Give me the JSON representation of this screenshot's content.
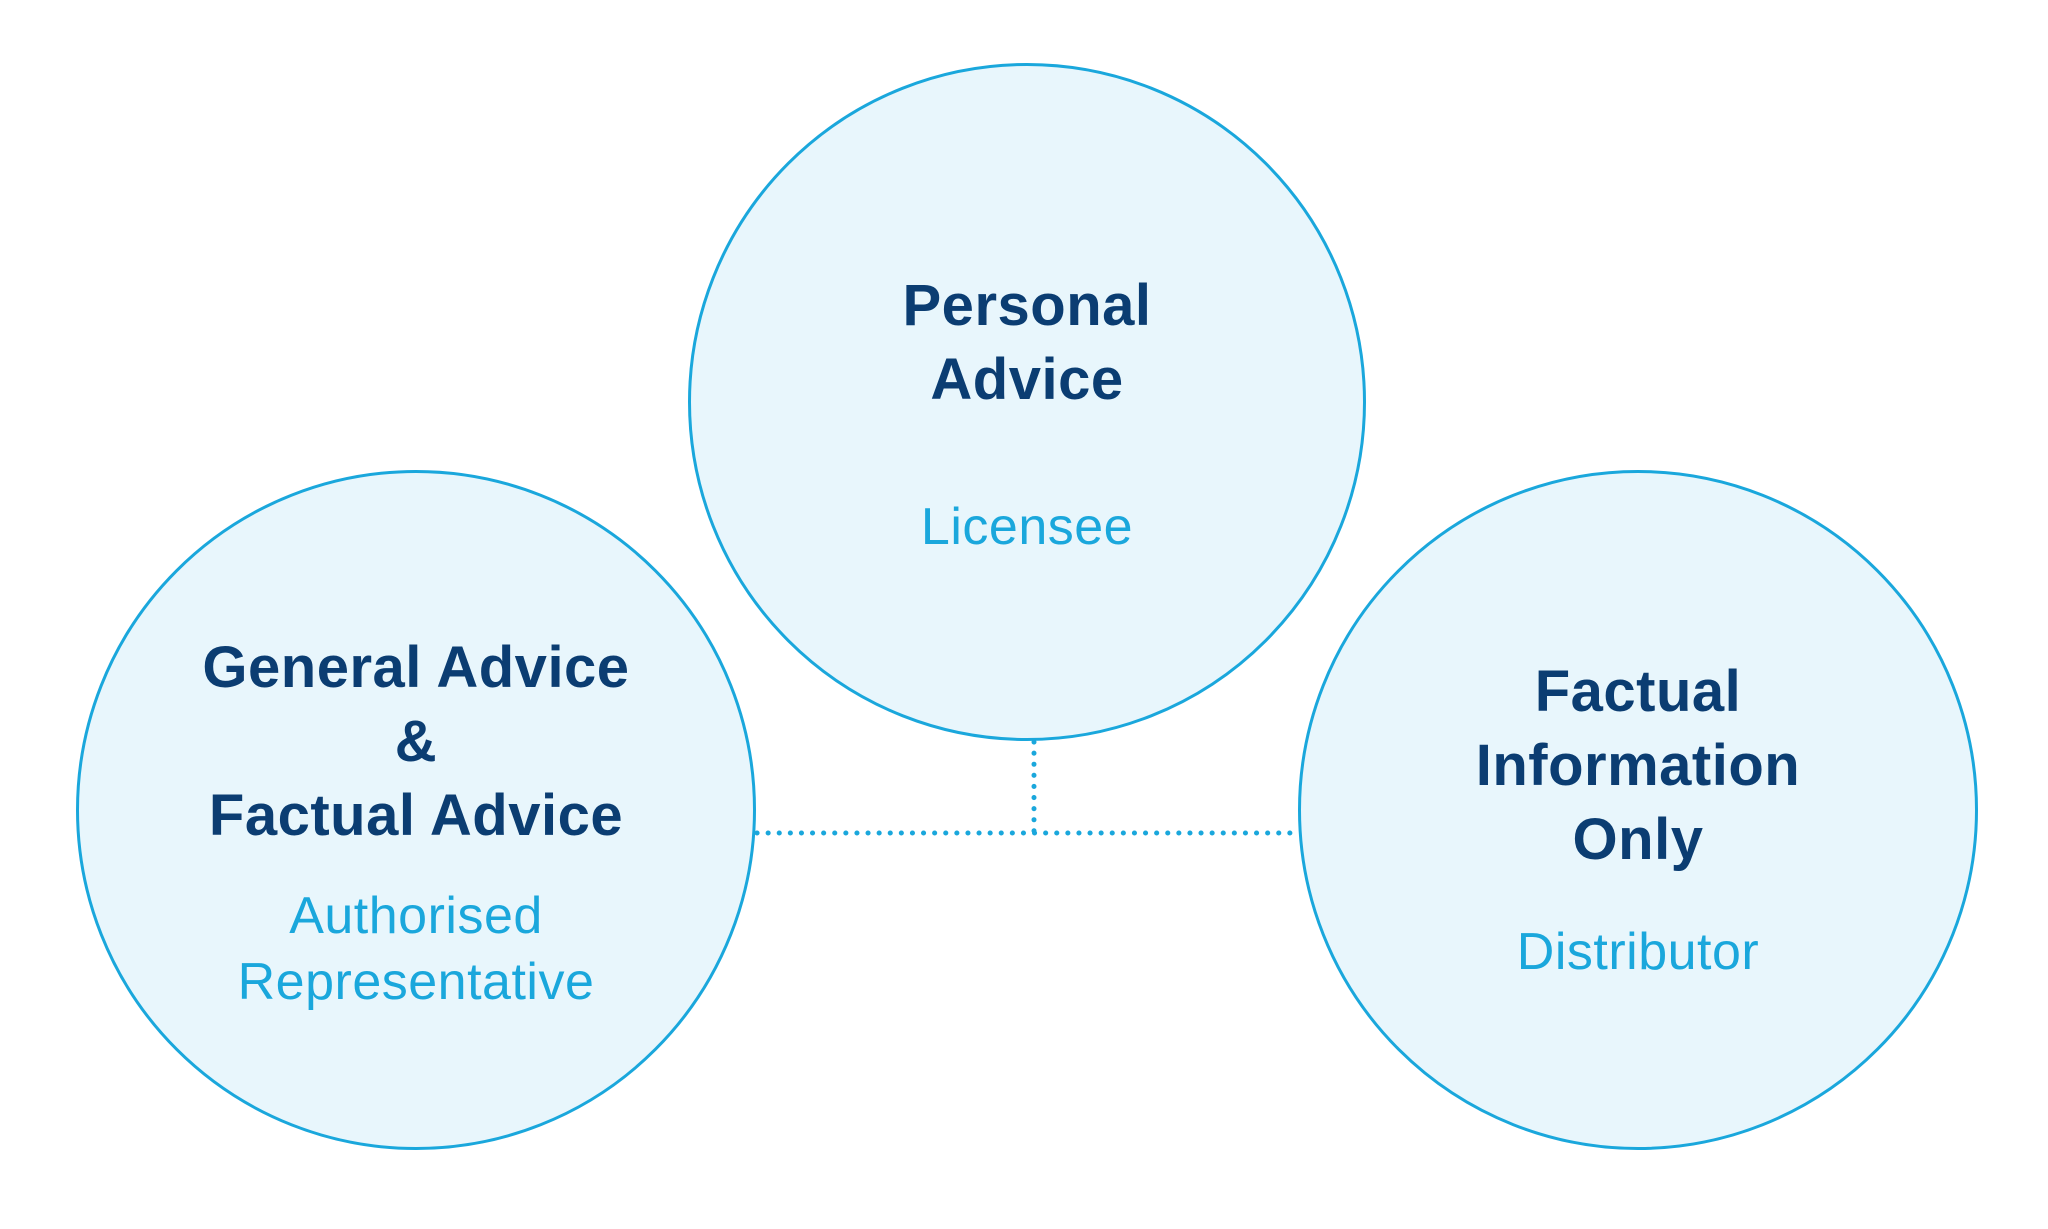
{
  "diagram": {
    "accent_color": "#1aa7dc",
    "title_color": "#0b3d72",
    "fill_color": "#e8f6fc",
    "nodes": [
      {
        "id": "personal",
        "title_lines": [
          "Personal",
          "Advice"
        ],
        "role_lines": [
          "Licensee"
        ]
      },
      {
        "id": "general",
        "title_lines": [
          "General Advice",
          "&",
          "Factual Advice"
        ],
        "role_lines": [
          "Authorised",
          "Representative"
        ]
      },
      {
        "id": "factual",
        "title_lines": [
          "Factual",
          "Information",
          "Only"
        ],
        "role_lines": [
          "Distributor"
        ]
      }
    ],
    "connectors": {
      "style": "dotted"
    }
  }
}
